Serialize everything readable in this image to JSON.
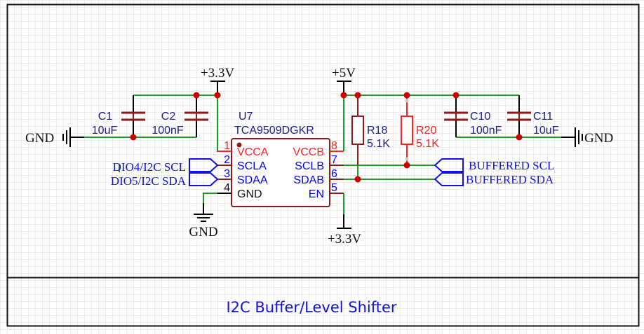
{
  "sheet": {
    "title": "I2C Buffer/Level Shifter"
  },
  "colors": {
    "wire": "#1f9a1f",
    "junction": "#cc0000",
    "component_body": "#8b1a1a",
    "highlighted": "#ff2020",
    "pin_text": "#0000ee",
    "ref_text": "#1a1a8c",
    "netlabel": "#1010e0",
    "power": "#000000",
    "frame": "#000000"
  },
  "power": {
    "vcc_a_top": "+3.3V",
    "vcc_b_top": "+5V",
    "en_supply": "+3.3V",
    "gnd_left": "GND",
    "gnd_right": "GND",
    "gnd_ic": "GND"
  },
  "components": {
    "c1": {
      "ref": "C1",
      "value": "10uF"
    },
    "c2": {
      "ref": "C2",
      "value": "100nF"
    },
    "c10": {
      "ref": "C10",
      "value": "100nF"
    },
    "c11": {
      "ref": "C11",
      "value": "10uF"
    },
    "r18": {
      "ref": "R18",
      "value": "5.1K"
    },
    "r20": {
      "ref": "R20",
      "value": "5.1K"
    },
    "u7": {
      "ref": "U7",
      "part": "TCA9509DGKR",
      "pins": [
        {
          "num": "1",
          "name": "VCCA"
        },
        {
          "num": "2",
          "name": "SCLA"
        },
        {
          "num": "3",
          "name": "SDAA"
        },
        {
          "num": "4",
          "name": "GND"
        },
        {
          "num": "5",
          "name": "EN"
        },
        {
          "num": "6",
          "name": "SDAB"
        },
        {
          "num": "7",
          "name": "SCLB"
        },
        {
          "num": "8",
          "name": "VCCB"
        }
      ]
    }
  },
  "net_labels": {
    "left_scl": "DIO4/I2C SCL",
    "left_sda": "DIO5/I2C SDA",
    "right_scl": "BUFFERED SCL",
    "right_sda": "BUFFERED SDA"
  }
}
